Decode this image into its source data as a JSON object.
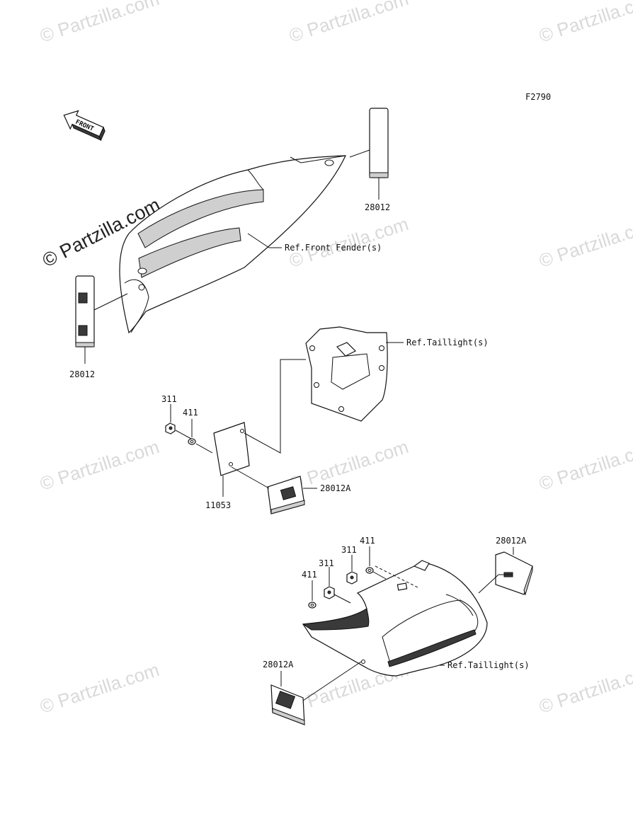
{
  "figure_code": "F2790",
  "front_arrow_label": "FRONT",
  "watermark_text": "© Partzilla.com",
  "labels": {
    "part_28012_top": "28012",
    "part_28012_left": "28012",
    "ref_front_fender": "Ref.Front Fender(s)",
    "ref_taillight_top": "Ref.Taillight(s)",
    "ref_taillight_bottom": "Ref.Taillight(s)",
    "part_311_a": "311",
    "part_411_a": "411",
    "part_11053": "11053",
    "part_28012a_mid": "28012A",
    "part_411_b": "411",
    "part_311_b": "311",
    "part_311_c": "311",
    "part_411_c": "411",
    "part_28012a_right": "28012A",
    "part_28012a_bottom": "28012A"
  }
}
